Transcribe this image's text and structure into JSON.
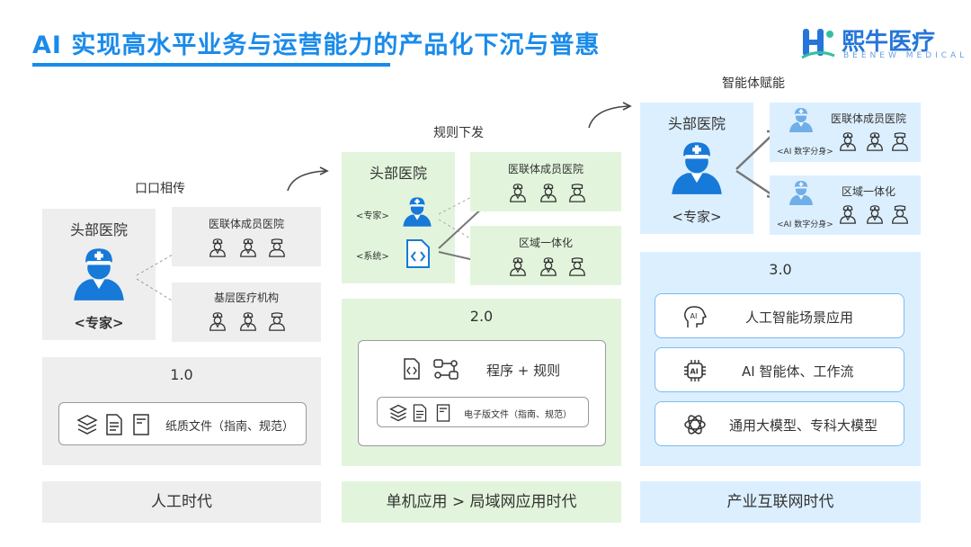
{
  "header": {
    "title": "AI 实现高水平业务与运营能力的产品化下沉与普惠",
    "brand_name": "熙牛医疗",
    "brand_sub": "BEENEW MEDICAL"
  },
  "stage1": {
    "flow_label": "口口相传",
    "head_hospital": "头部医院",
    "expert": "<专家>",
    "target1": "医联体成员医院",
    "target2": "基层医疗机构",
    "version": "1.0",
    "tool": "纸质文件（指南、规范）",
    "era": "人工时代"
  },
  "stage2": {
    "flow_label": "规则下发",
    "head_hospital": "头部医院",
    "expert": "<专家>",
    "system": "<系统>",
    "target1": "医联体成员医院",
    "target2": "区域一体化",
    "version": "2.0",
    "tool_main": "程序 + 规则",
    "tool_sub": "电子版文件（指南、规范）",
    "era": "单机应用 > 局域网应用时代"
  },
  "stage3": {
    "flow_label": "智能体赋能",
    "head_hospital": "头部医院",
    "expert": "<专家>",
    "target1": "医联体成员医院",
    "target2": "区域一体化",
    "ai_clone": "<AI 数字分身>",
    "version": "3.0",
    "layers": [
      "人工智能场景应用",
      "AI 智能体、工作流",
      "通用大模型、专科大模型"
    ],
    "layer_icons": [
      "ai-head-icon",
      "ai-chip-icon",
      "openai-knot-icon"
    ],
    "era": "产业互联网时代"
  },
  "colors": {
    "accent": "#1a8bea",
    "gray_panel": "#eeeeee",
    "green_panel": "#e2f5dc",
    "blue_panel": "#dcefff"
  }
}
